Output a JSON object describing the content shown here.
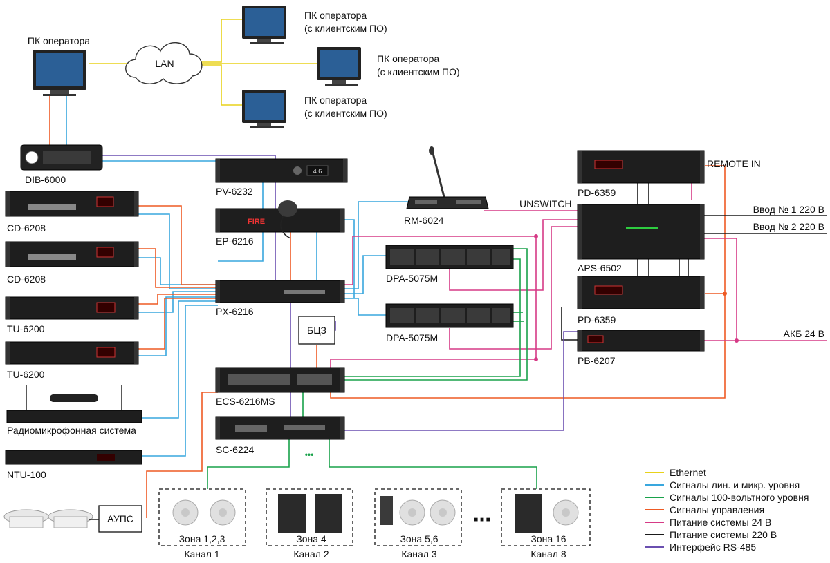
{
  "operator_pcs": [
    {
      "line1": "ПК оператора",
      "line2": ""
    },
    {
      "line1": "ПК оператора",
      "line2": "(с клиентским ПО)"
    },
    {
      "line1": "ПК оператора",
      "line2": "(с клиентским ПО)"
    },
    {
      "line1": "ПК оператора",
      "line2": "(с клиентским ПО)"
    }
  ],
  "lan_label": "LAN",
  "devices": {
    "dib": "DIB-6000",
    "cd1": "CD-6208",
    "cd2": "CD-6208",
    "tu1": "TU-6200",
    "tu2": "TU-6200",
    "radio": "Радиомикрофонная система",
    "ntu": "NTU-100",
    "pv": "PV-6232",
    "ep": "EP-6216",
    "px": "PX-6216",
    "rm": "RM-6024",
    "dpa1": "DPA-5075M",
    "dpa2": "DPA-5075M",
    "bcz": "БЦЗ",
    "ecs": "ECS-6216MS",
    "sc": "SC-6224",
    "aups": "АУПС",
    "pd1": "PD-6359",
    "aps": "APS-6502",
    "pd2": "PD-6359",
    "pb": "PB-6207"
  },
  "labels": {
    "unswitch": "UNSWITCH",
    "remote_in": "REMOTE IN",
    "input1": "Ввод № 1 220 В",
    "input2": "Ввод № 2 220 В",
    "battery": "АКБ 24 В",
    "ellipsis_sc": "•••",
    "ellipsis_zones": "■ ■ ■",
    "fire_display": "FIRE",
    "pv_display": "4.6"
  },
  "zones": [
    {
      "name": "Зона 1,2,3",
      "channel": "Канал 1"
    },
    {
      "name": "Зона 4",
      "channel": "Канал 2"
    },
    {
      "name": "Зона 5,6",
      "channel": "Канал 3"
    },
    {
      "name": "Зона 16",
      "channel": "Канал 8"
    }
  ],
  "legend": [
    {
      "label": "Ethernet",
      "color": "#e8d21a"
    },
    {
      "label": "Сигналы лин. и микр. уровня",
      "color": "#39a7de"
    },
    {
      "label": "Сигналы 100-вольтного уровня",
      "color": "#18a24a"
    },
    {
      "label": "Сигналы управления",
      "color": "#ee5a24"
    },
    {
      "label": "Питание системы 24 В",
      "color": "#d63a86"
    },
    {
      "label": "Питание системы 220 В",
      "color": "#1a1a1a"
    },
    {
      "label": "Интерфейс RS-485",
      "color": "#6a4fb0"
    }
  ]
}
